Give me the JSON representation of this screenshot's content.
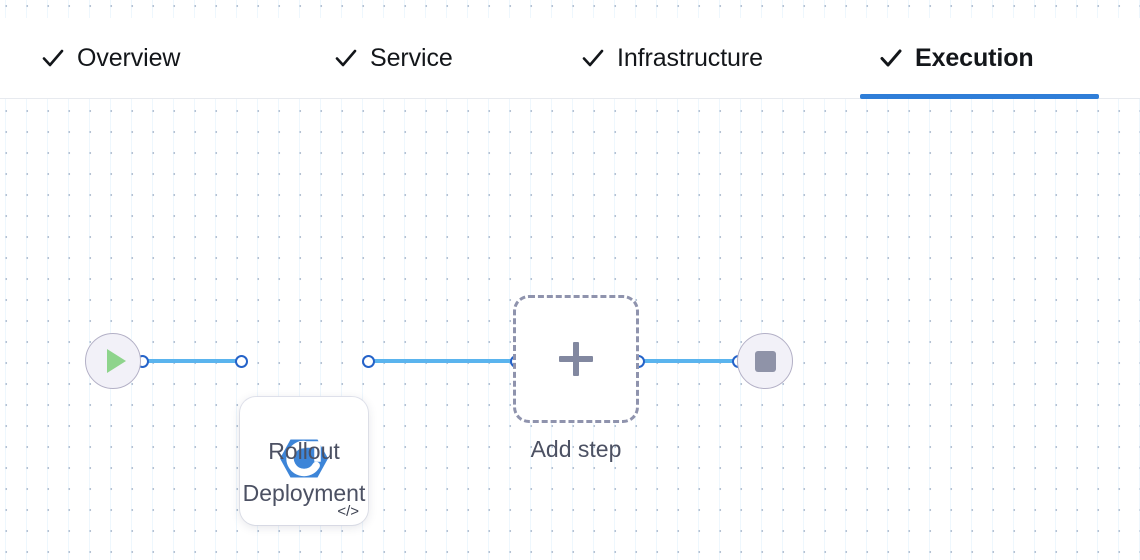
{
  "tabs": [
    {
      "id": "overview",
      "label": "Overview",
      "icon": "check-icon",
      "completed": true,
      "active": false
    },
    {
      "id": "service",
      "label": "Service",
      "icon": "check-icon",
      "completed": true,
      "active": false
    },
    {
      "id": "infrastructure",
      "label": "Infrastructure",
      "icon": "check-icon",
      "completed": true,
      "active": false
    },
    {
      "id": "execution",
      "label": "Execution",
      "icon": "check-icon",
      "completed": true,
      "active": true
    }
  ],
  "pipeline": {
    "start_node": {
      "icon": "play-icon",
      "label": ""
    },
    "end_node": {
      "icon": "stop-icon",
      "label": ""
    },
    "steps": [
      {
        "id": "rollout-deployment",
        "label": "Rollout\nDeployment",
        "icon": "rollout-deployment-icon",
        "badge": "</>"
      }
    ],
    "add_step": {
      "label": "Add step",
      "icon": "plus-icon"
    },
    "connectors": 3
  },
  "colors": {
    "accent": "#2f7ed8",
    "edge": "#5ab4ee",
    "port_border": "#2563c9",
    "step_icon": "#3d85d8",
    "play": "#8ed48c",
    "stop": "#8f93a8",
    "node_ring": "#b3b0c6",
    "dashed_border": "#8f93ad",
    "caption_text": "#4c5163",
    "tab_text": "#13161a"
  }
}
